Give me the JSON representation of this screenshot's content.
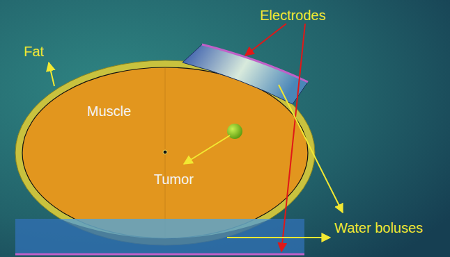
{
  "diagram": {
    "labels": [
      "Electrodes",
      "Fat",
      "Muscle",
      "Tumor",
      "Water boluses"
    ]
  }
}
